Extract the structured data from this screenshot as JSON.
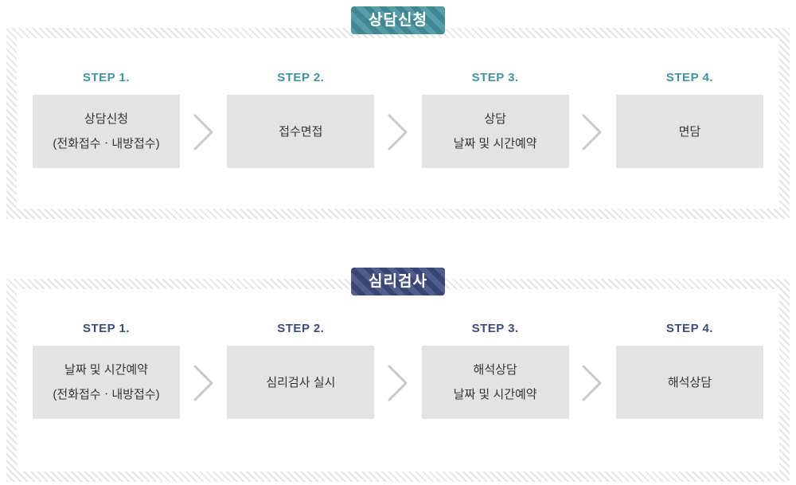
{
  "sections": [
    {
      "badge": "상담신청",
      "accent": "#44929e",
      "steps": [
        {
          "label": "STEP 1.",
          "lines": [
            "상담신청",
            "(전화접수ㆍ내방접수)"
          ]
        },
        {
          "label": "STEP 2.",
          "lines": [
            "접수면접"
          ]
        },
        {
          "label": "STEP 3.",
          "lines": [
            "상담",
            "날짜 및 시간예약"
          ]
        },
        {
          "label": "STEP 4.",
          "lines": [
            "면담"
          ]
        }
      ]
    },
    {
      "badge": "심리검사",
      "accent": "#3d4b7d",
      "steps": [
        {
          "label": "STEP 1.",
          "lines": [
            "날짜 및 시간예약",
            "(전화접수ㆍ내방접수)"
          ]
        },
        {
          "label": "STEP 2.",
          "lines": [
            "심리검사 실시"
          ]
        },
        {
          "label": "STEP 3.",
          "lines": [
            "해석상담",
            "날짜 및 시간예약"
          ]
        },
        {
          "label": "STEP 4.",
          "lines": [
            "해석상담"
          ]
        }
      ]
    }
  ],
  "colors": {
    "box_background": "#e3e3e3",
    "box_text": "#333333",
    "chevron": "#c9c9c9",
    "hatch_line": "#e4e4e4"
  }
}
